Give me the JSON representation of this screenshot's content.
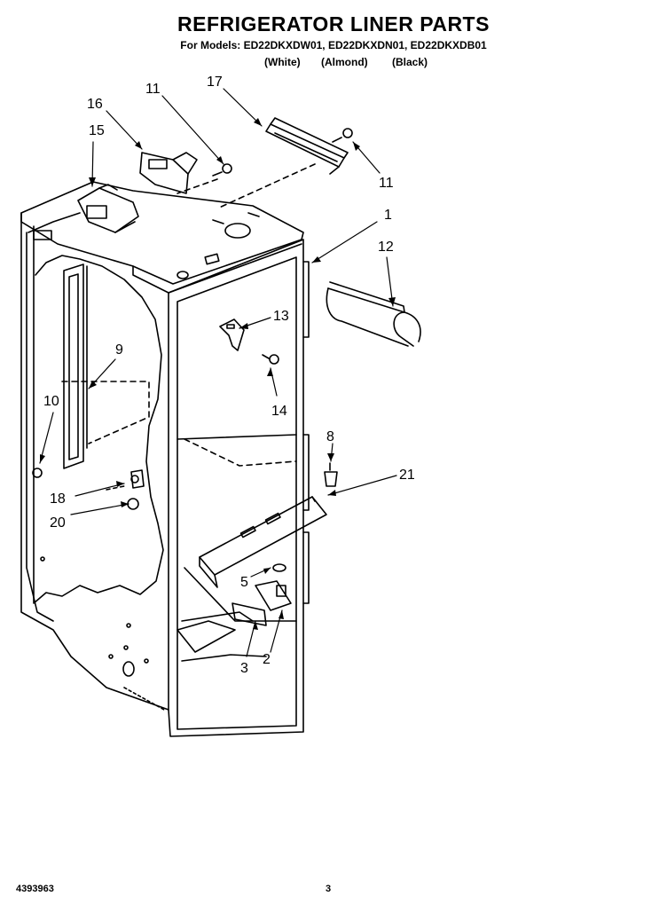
{
  "header": {
    "title": "REFRIGERATOR LINER PARTS",
    "models": "For Models: ED22DKXDW01, ED22DKXDN01, ED22DKXDB01",
    "colors": [
      "(White)",
      "(Almond)",
      "(Black)"
    ]
  },
  "callouts": {
    "c1": "1",
    "c2": "2",
    "c3": "3",
    "c5": "5",
    "c8": "8",
    "c9": "9",
    "c10": "10",
    "c11a": "11",
    "c11b": "11",
    "c12": "12",
    "c13": "13",
    "c14": "14",
    "c15": "15",
    "c16": "16",
    "c17": "17",
    "c18": "18",
    "c20": "20",
    "c21": "21"
  },
  "footer": {
    "doc_number": "4393963",
    "page": "3"
  }
}
